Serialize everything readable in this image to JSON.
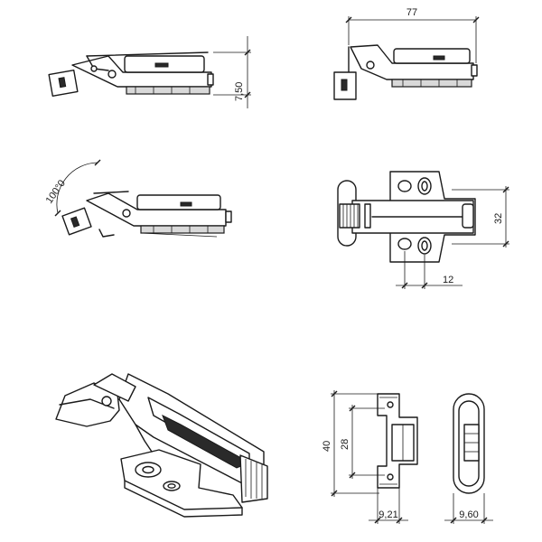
{
  "drawing": {
    "side_closed": {
      "height_dim": "7,50"
    },
    "side_top": {
      "length_dim": "77"
    },
    "side_open": {
      "angle_dim": "100°0"
    },
    "plan_view": {
      "width_dim": "32",
      "offset_dim": "12"
    },
    "iso_view": {},
    "mount_plate": {
      "height_outer_dim": "40",
      "height_inner_dim": "28",
      "depth_dim": "9,21"
    },
    "cup_end": {
      "width_dim": "9,60"
    }
  }
}
